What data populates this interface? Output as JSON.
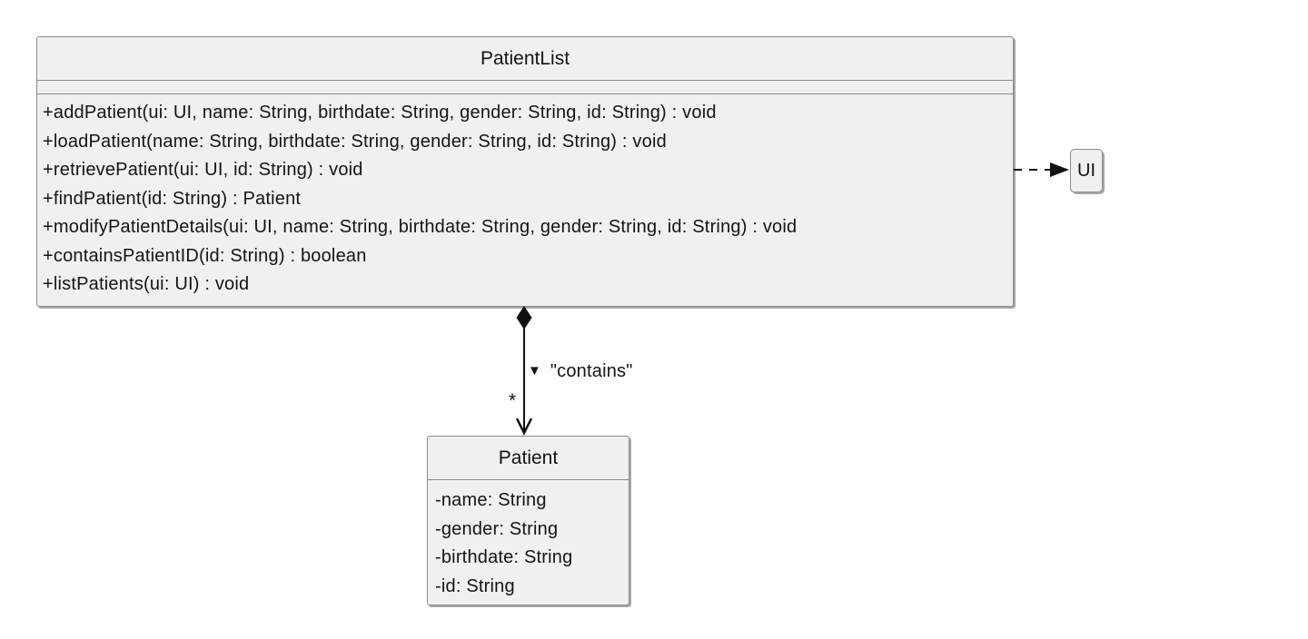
{
  "diagram": {
    "type": "uml-class-diagram",
    "colors": {
      "background": "#ffffff",
      "box_fill": "#f0f0f0",
      "box_border": "#8c8c8c",
      "text": "#141414",
      "connector": "#111111"
    },
    "classes": [
      {
        "name": "PatientList",
        "attributes": [],
        "methods": [
          "+addPatient(ui: UI, name: String, birthdate: String, gender: String, id: String) : void",
          "+loadPatient(name: String, birthdate: String, gender: String, id: String) : void",
          "+retrievePatient(ui: UI, id: String) : void",
          "+findPatient(id: String) : Patient",
          "+modifyPatientDetails(ui: UI, name: String, birthdate: String, gender: String, id: String) : void",
          "+containsPatientID(id: String) : boolean",
          "+listPatients(ui: UI) : void"
        ]
      },
      {
        "name": "Patient",
        "attributes": [
          "-name: String",
          "-gender: String",
          "-birthdate: String",
          "-id: String"
        ],
        "methods": []
      },
      {
        "name": "UI"
      }
    ],
    "relationships": [
      {
        "type": "composition",
        "from": "PatientList",
        "to": "Patient",
        "direction_marker": "▼",
        "label": "\"contains\"",
        "multiplicity": "*"
      },
      {
        "type": "dependency",
        "from": "PatientList",
        "to": "UI",
        "line_style": "dashed"
      }
    ]
  }
}
